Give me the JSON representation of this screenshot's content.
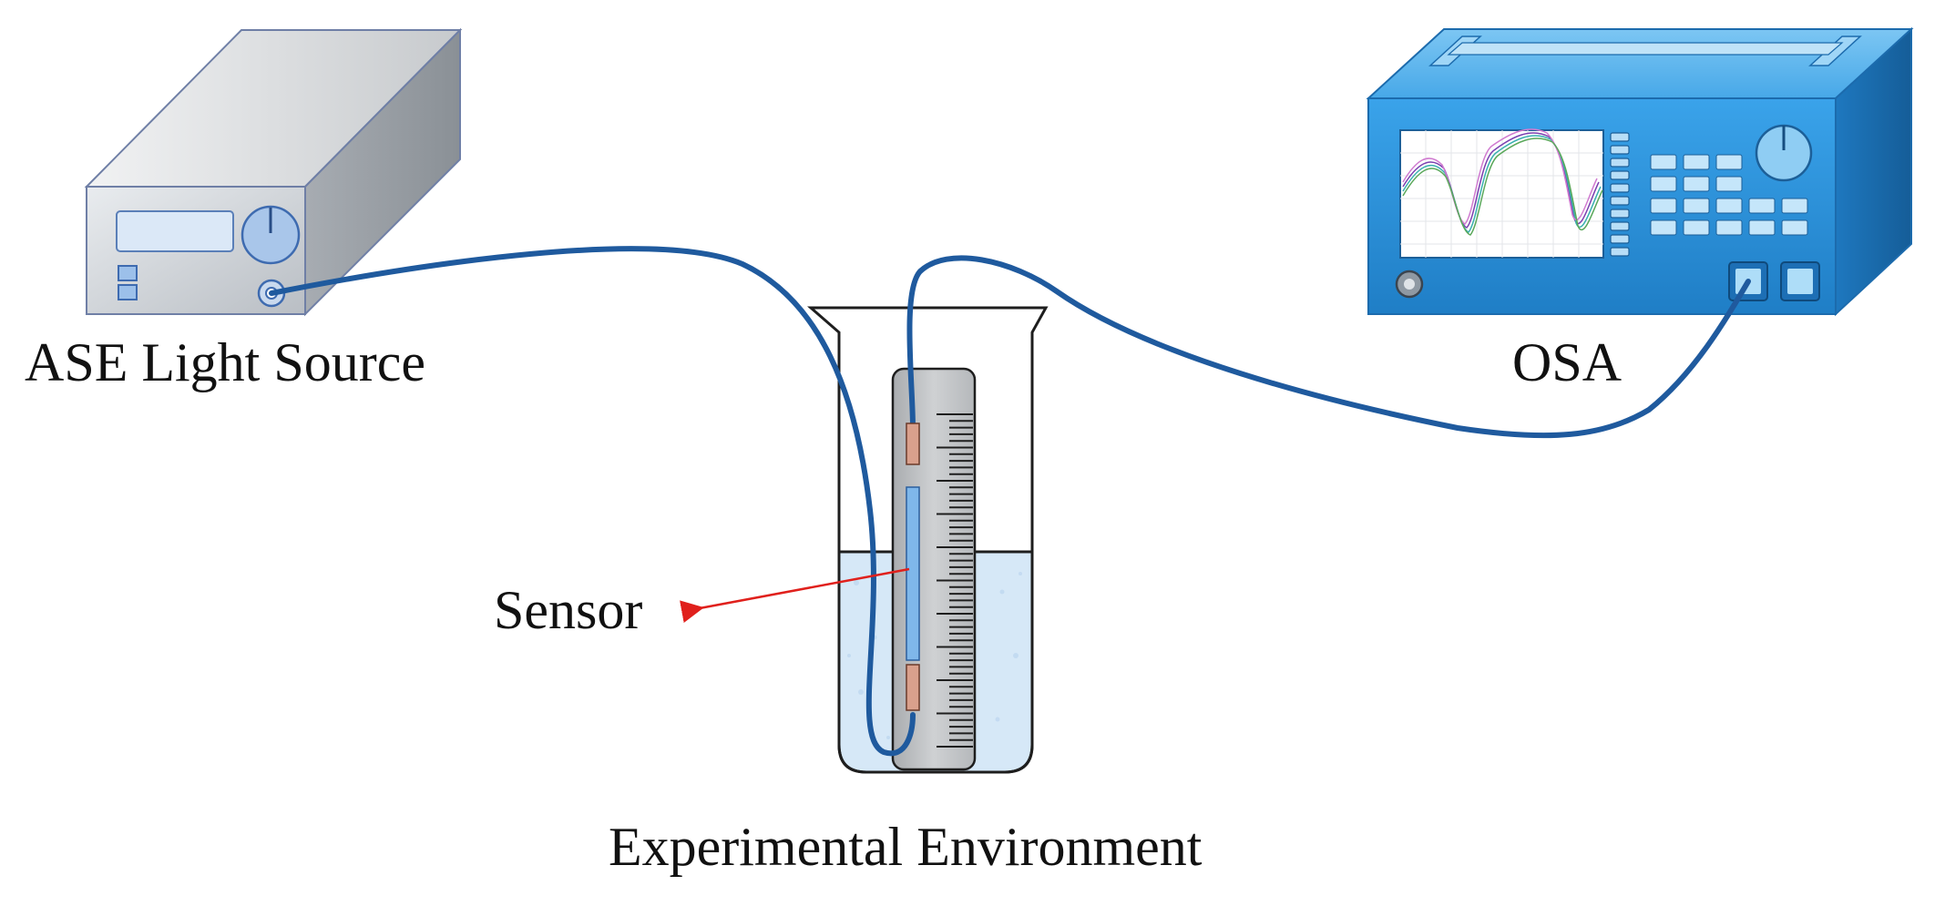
{
  "labels": {
    "light_source": "ASE Light Source",
    "analyzer": "OSA",
    "sensor": "Sensor",
    "environment": "Experimental Environment"
  },
  "colors": {
    "fiber": "#1f5a9e",
    "sensor_arrow": "#e0201c",
    "osa_body": "#2c8fd8",
    "osa_dark": "#1a6fb8",
    "light_source_body": "#cfd3d8",
    "liquid": "#d6e8f7"
  },
  "icons": {
    "light_source": "ase-light-source-device",
    "analyzer": "optical-spectrum-analyzer-device",
    "beaker": "beaker-icon",
    "ruler": "ruler-icon"
  }
}
